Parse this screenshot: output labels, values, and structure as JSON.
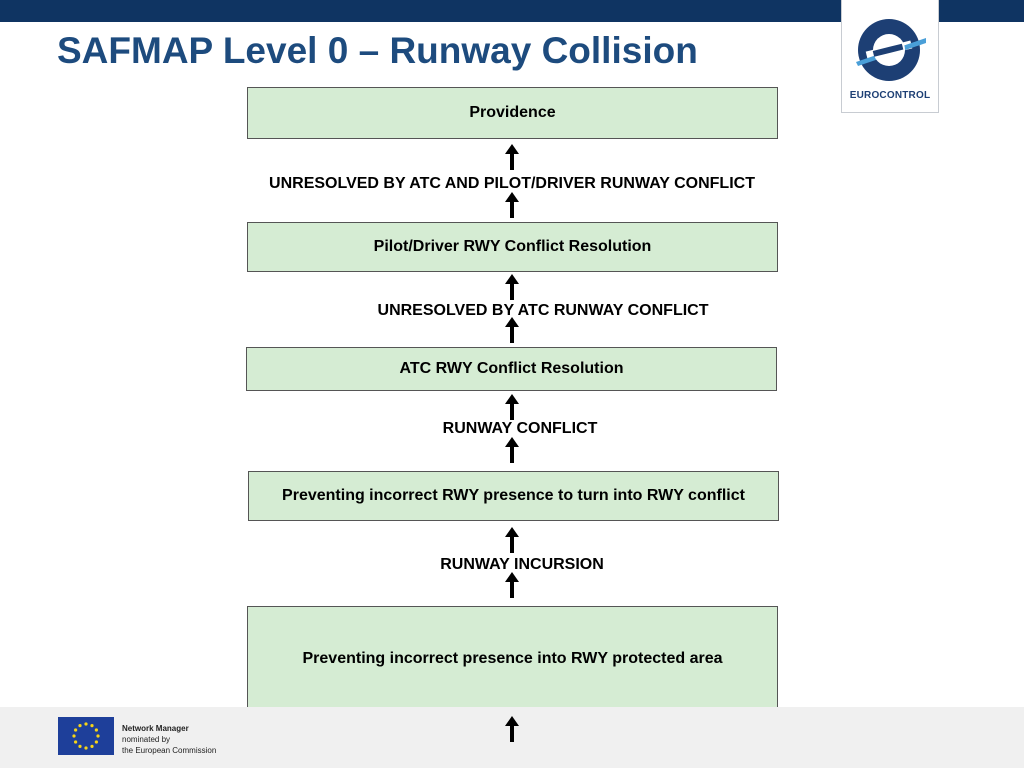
{
  "slide": {
    "title": "SAFMAP Level 0 – Runway Collision",
    "logo_text": "EUROCONTROL"
  },
  "diagram": {
    "boxes": [
      "Providence",
      "Pilot/Driver RWY Conflict Resolution",
      "ATC RWY Conflict Resolution",
      "Preventing incorrect RWY presence to turn into RWY conflict",
      "Preventing incorrect presence into RWY protected area"
    ],
    "labels": [
      "UNRESOLVED BY ATC AND PILOT/DRIVER RUNWAY CONFLICT",
      "UNRESOLVED BY ATC RUNWAY CONFLICT",
      "RUNWAY CONFLICT",
      "RUNWAY INCURSION"
    ]
  },
  "footer": {
    "line1": "Network Manager",
    "line2": "nominated by",
    "line3": "the European Commission"
  }
}
